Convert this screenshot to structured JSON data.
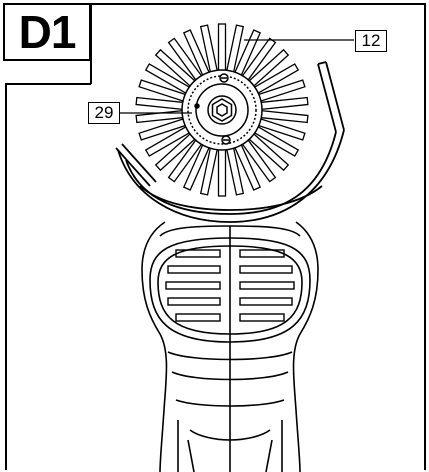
{
  "figure": {
    "title": "D1"
  },
  "callouts": [
    {
      "id": "callout-12",
      "text": "12"
    },
    {
      "id": "callout-29",
      "text": "29"
    }
  ],
  "colors": {
    "line": "#000000",
    "background": "#ffffff"
  }
}
